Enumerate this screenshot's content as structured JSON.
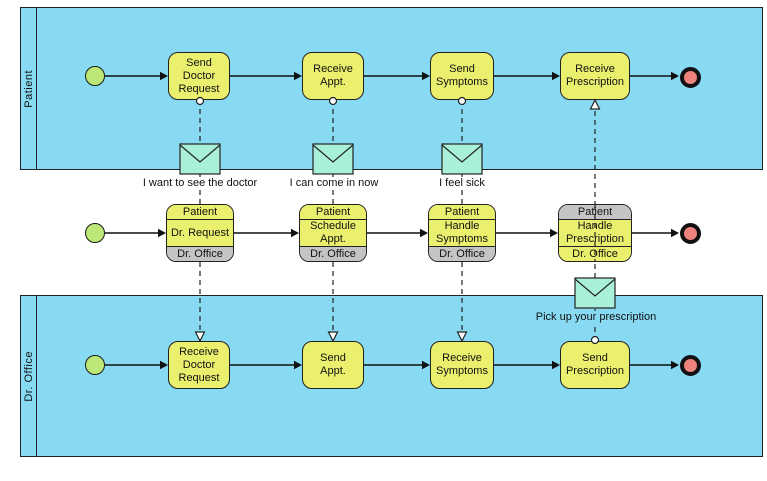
{
  "colors": {
    "pool_fill": "#87DAF1",
    "task_fill": "#EBEF6E",
    "band_gray": "#C4C4C4",
    "start_fill": "#BDE878",
    "end_fill": "#EF837E",
    "envelope_fill": "#A9F0DA",
    "line": "#1A1A1A"
  },
  "pools": [
    {
      "label": "Patient"
    },
    {
      "label": "Dr. Office"
    }
  ],
  "patient_lane": {
    "tasks": [
      {
        "label": "Send\nDoctor\nRequest"
      },
      {
        "label": "Receive\nAppt."
      },
      {
        "label": "Send\nSymptoms"
      },
      {
        "label": "Receive\nPrescription"
      }
    ]
  },
  "choreography": {
    "tasks": [
      {
        "top": "Patient",
        "body": "Dr. Request",
        "bottom": "Dr. Office",
        "initiator": "Patient"
      },
      {
        "top": "Patient",
        "body": "Schedule\nAppt.",
        "bottom": "Dr. Office",
        "initiator": "Patient"
      },
      {
        "top": "Patient",
        "body": "Handle\nSymptoms",
        "bottom": "Dr. Office",
        "initiator": "Patient"
      },
      {
        "top": "Patient",
        "body": "Handle\nPrescription",
        "bottom": "Dr. Office",
        "initiator": "Dr. Office"
      }
    ]
  },
  "office_lane": {
    "tasks": [
      {
        "label": "Receive\nDoctor\nRequest"
      },
      {
        "label": "Send\nAppt."
      },
      {
        "label": "Receive\nSymptoms"
      },
      {
        "label": "Send\nPrescription"
      }
    ]
  },
  "messages": [
    {
      "label": "I want to see the doctor"
    },
    {
      "label": "I can come in now"
    },
    {
      "label": "I feel sick"
    },
    {
      "label": "Pick up your prescription"
    }
  ]
}
